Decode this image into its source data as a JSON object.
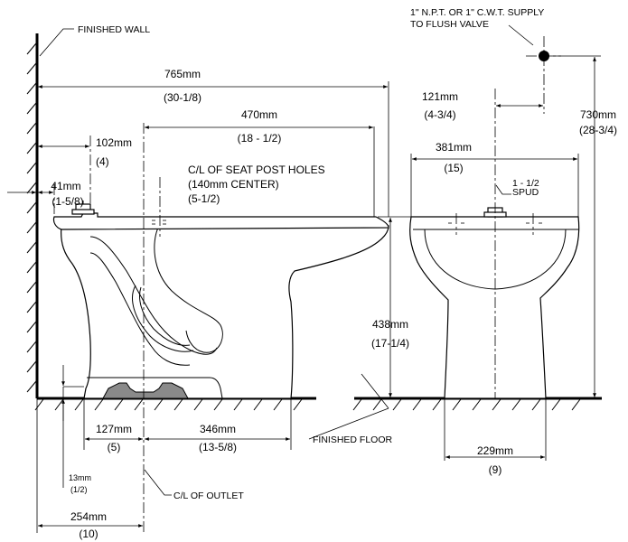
{
  "labels": {
    "finished_wall": "FINISHED WALL",
    "supply_line1": "1\" N.P.T.  OR 1\" C.W.T. SUPPLY",
    "supply_line2": "TO FLUSH VALVE",
    "seat_post_line1": "C/L OF SEAT POST HOLES",
    "seat_post_line2": "(140mm  CENTER)",
    "seat_post_line3": "(5-1/2)",
    "spud_line1": "1 - 1/2",
    "spud_line2": "SPUD",
    "finished_floor": "FINISHED FLOOR",
    "cl_outlet": "C/L OF OUTLET"
  },
  "dimensions": {
    "overall_length": {
      "mm": "765mm",
      "in": "(30-1/8)"
    },
    "outlet_to_front": {
      "mm": "470mm",
      "in": "(18 - 1/2)"
    },
    "wall_to_spud": {
      "mm": "102mm",
      "in": "(4)"
    },
    "wall_to_seat": {
      "mm": "41mm",
      "in": "(1-5/8)"
    },
    "supply_offset": {
      "mm": "121mm",
      "in": "(4-3/4)"
    },
    "bowl_width": {
      "mm": "381mm",
      "in": "(15)"
    },
    "supply_height": {
      "mm": "730mm",
      "in": "(28-3/4)"
    },
    "rim_height": {
      "mm": "438mm",
      "in": "(17-1/4)"
    },
    "base_front": {
      "mm": "127mm",
      "in": "(5)"
    },
    "base_rear": {
      "mm": "346mm",
      "in": "(13-5/8)"
    },
    "base_width": {
      "mm": "229mm",
      "in": "(9)"
    },
    "floor_offset": {
      "mm": "13mm",
      "in": "(1/2)"
    },
    "rough_in": {
      "mm": "254mm",
      "in": "(10)"
    }
  }
}
